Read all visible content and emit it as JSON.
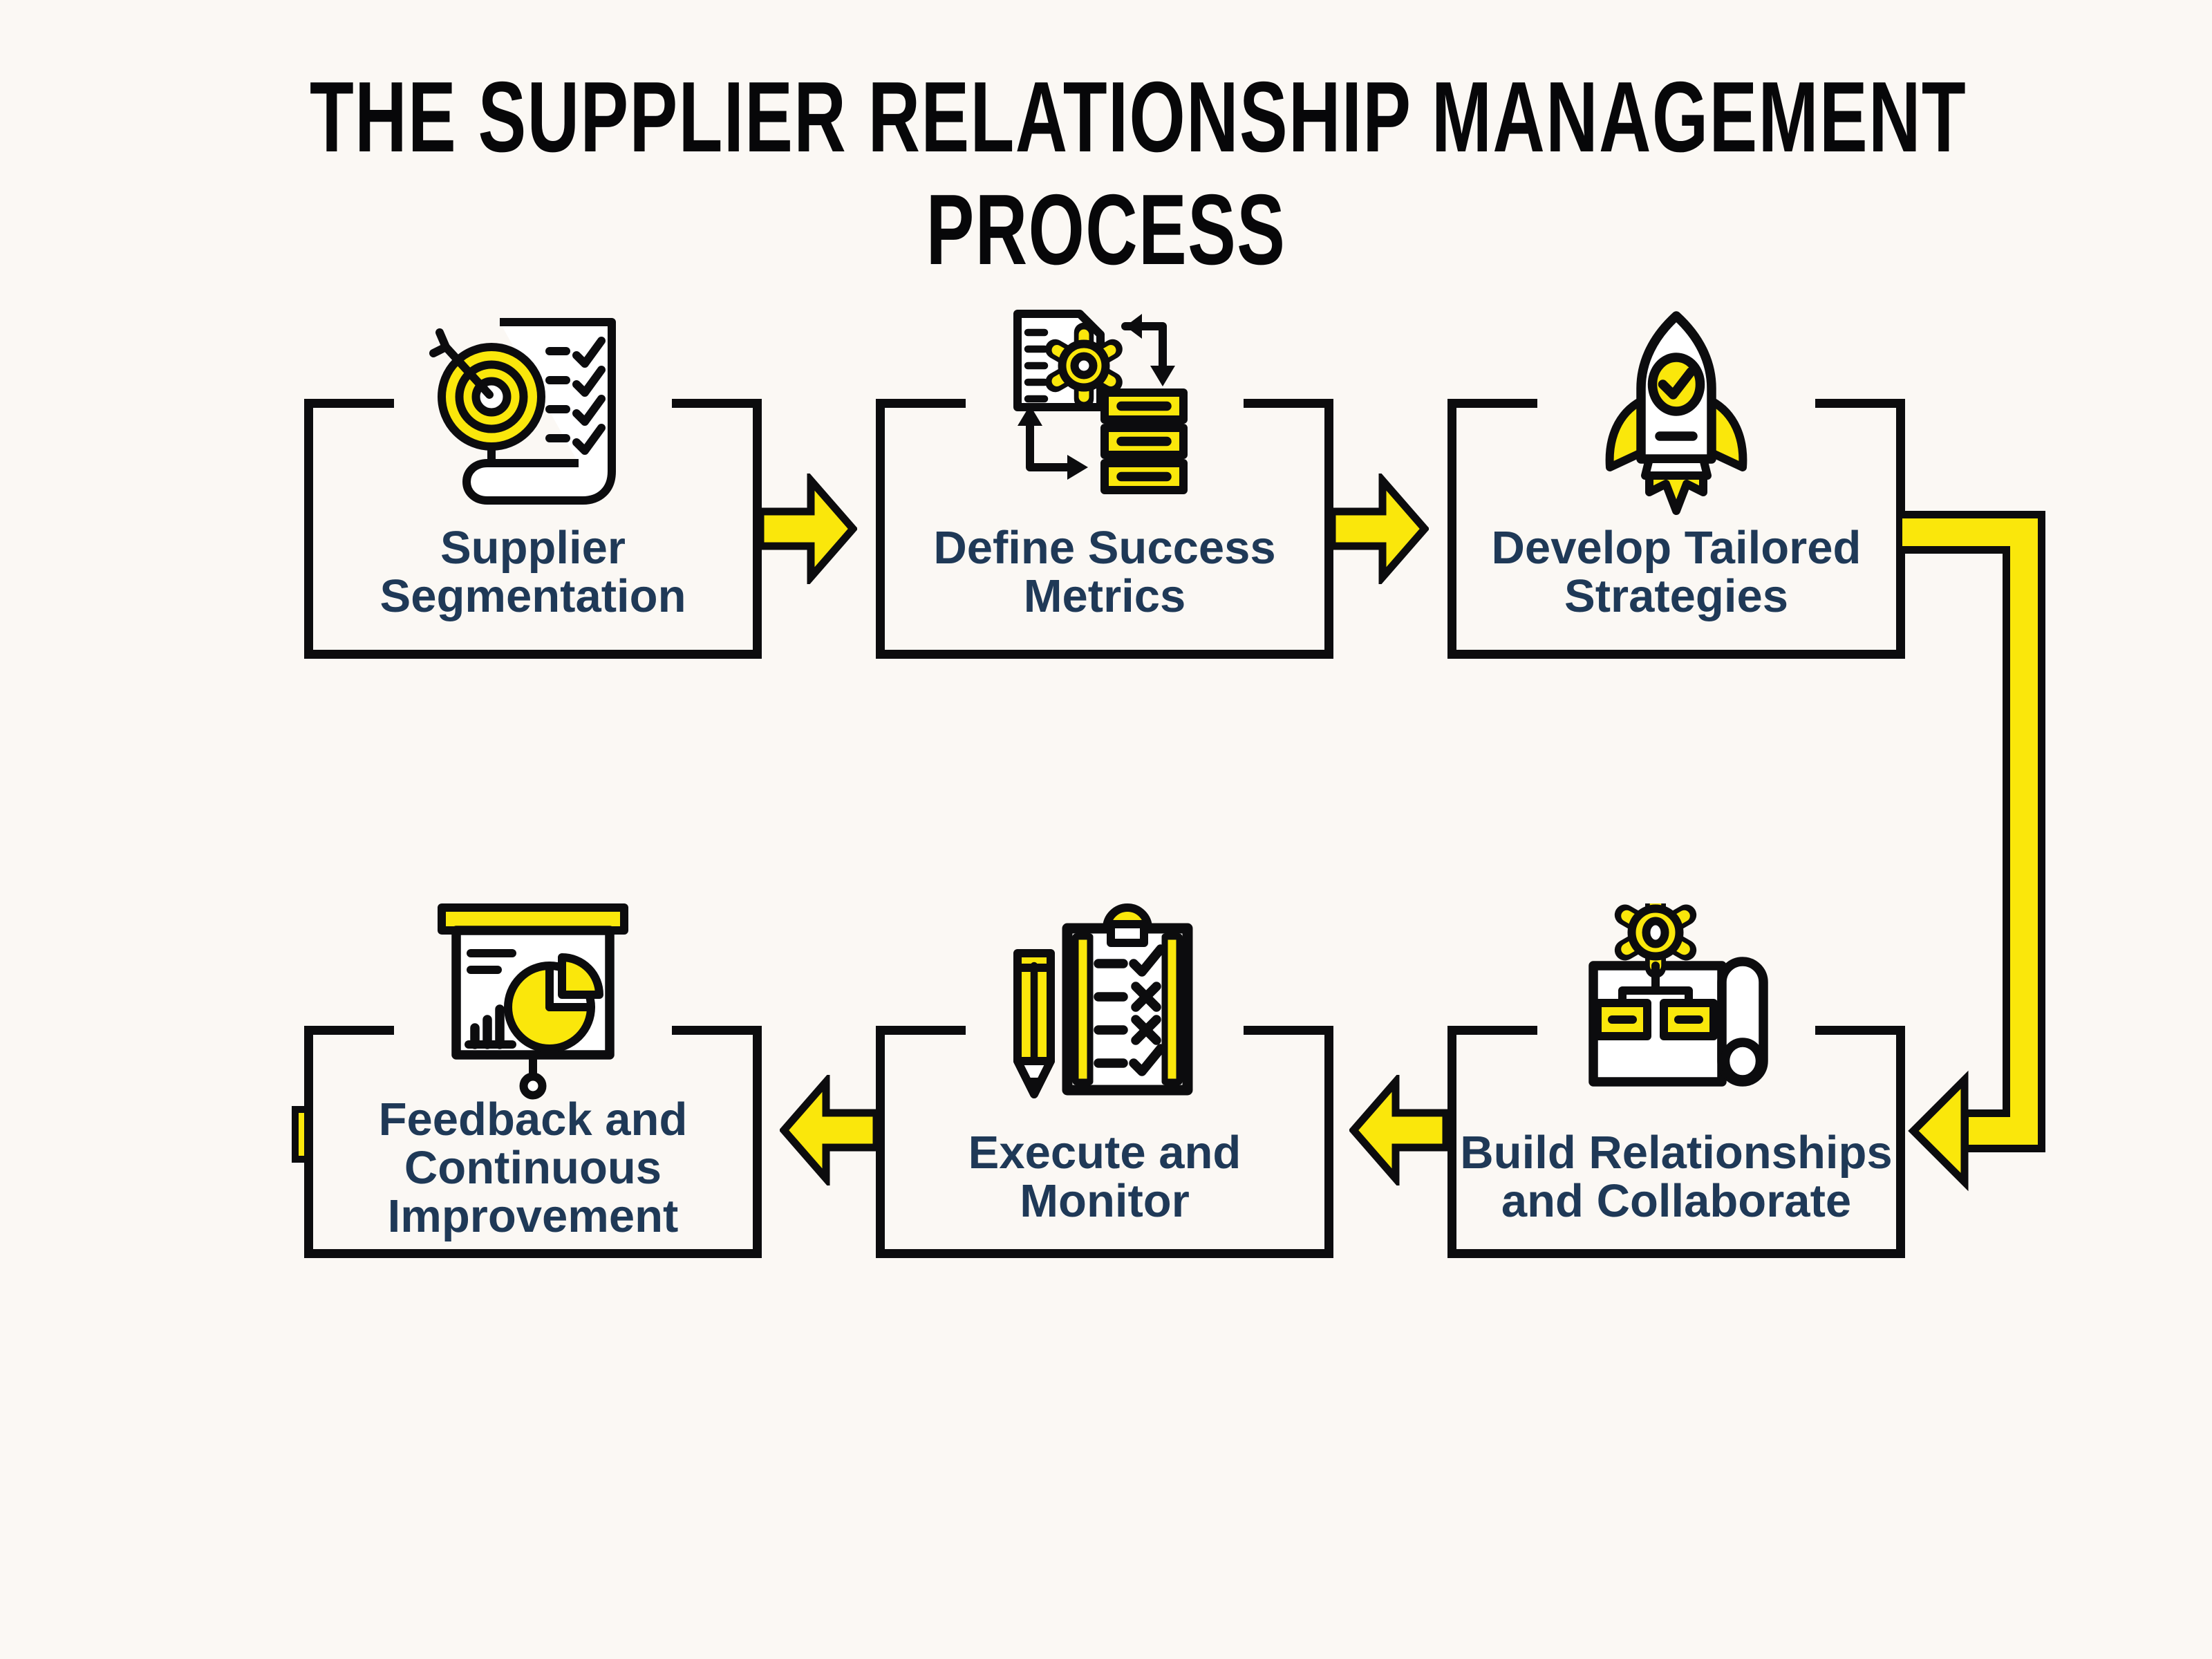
{
  "title": {
    "line1": "THE SUPPLIER RELATIONSHIP MANAGEMENT",
    "line2": "PROCESS"
  },
  "steps": [
    {
      "order": 1,
      "row": "top",
      "label_lines": [
        "Supplier",
        "Segmentation"
      ],
      "icon": "target-checklist-icon"
    },
    {
      "order": 2,
      "row": "top",
      "label_lines": [
        "Define Success",
        "Metrics"
      ],
      "icon": "document-gear-flow-icon"
    },
    {
      "order": 3,
      "row": "top",
      "label_lines": [
        "Develop Tailored",
        "Strategies"
      ],
      "icon": "rocket-icon"
    },
    {
      "order": 4,
      "row": "bottom",
      "label_lines": [
        "Build Relationships",
        "and Collaborate"
      ],
      "icon": "gear-blueprint-icon"
    },
    {
      "order": 5,
      "row": "bottom",
      "label_lines": [
        "Execute and",
        "Monitor"
      ],
      "icon": "clipboard-checklist-icon"
    },
    {
      "order": 6,
      "row": "bottom",
      "label_lines": [
        "Feedback and",
        "Continuous",
        "Improvement"
      ],
      "icon": "presentation-chart-icon"
    }
  ],
  "flow": {
    "sequence": [
      "Supplier Segmentation",
      "Define Success Metrics",
      "Develop Tailored Strategies",
      "Build Relationships and Collaborate",
      "Execute and Monitor",
      "Feedback and Continuous Improvement"
    ],
    "top_row_direction": "left-to-right",
    "bottom_row_direction": "right-to-left",
    "connector": "yellow elbow from step 3 right edge down to step 4 right edge",
    "arrow_style": "yellow block arrows with black outline"
  },
  "colors": {
    "background": "#FBF8F4",
    "accent_yellow": "#FAE70B",
    "outline_ink": "#0C0C0E",
    "label_navy": "#1F3957",
    "title_black": "#070709"
  }
}
